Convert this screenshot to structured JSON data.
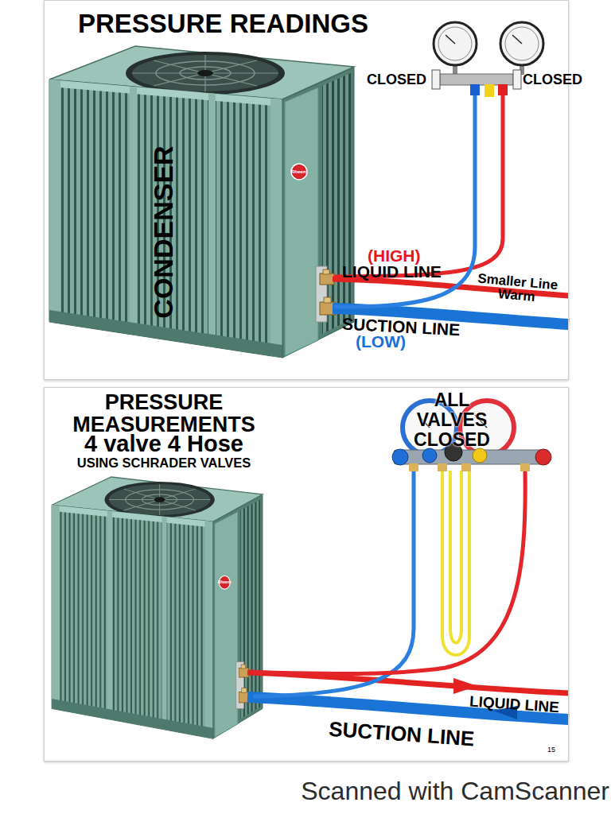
{
  "diagram": {
    "nodes": [
      {
        "text": [
          "PRESSURE READINGS"
        ]
      },
      {
        "text": [
          "PRESSURE MEASUREMENTS",
          "4 valve 4 Hose",
          "USING SCHRADER VALVES"
        ]
      }
    ],
    "labels": [
      "CLOSED",
      "CLOSED",
      "CONDENSER",
      "Rheem",
      "(HIGH)",
      "LIQUID LINE",
      "Smaller Line Warm",
      "SUCTION LINE",
      "(LOW)",
      "ALL VALVES CLOSED",
      "Rheem",
      "LIQUID LINE",
      "SUCTION LINE",
      "15",
      "Scanned with CamScanner"
    ]
  }
}
